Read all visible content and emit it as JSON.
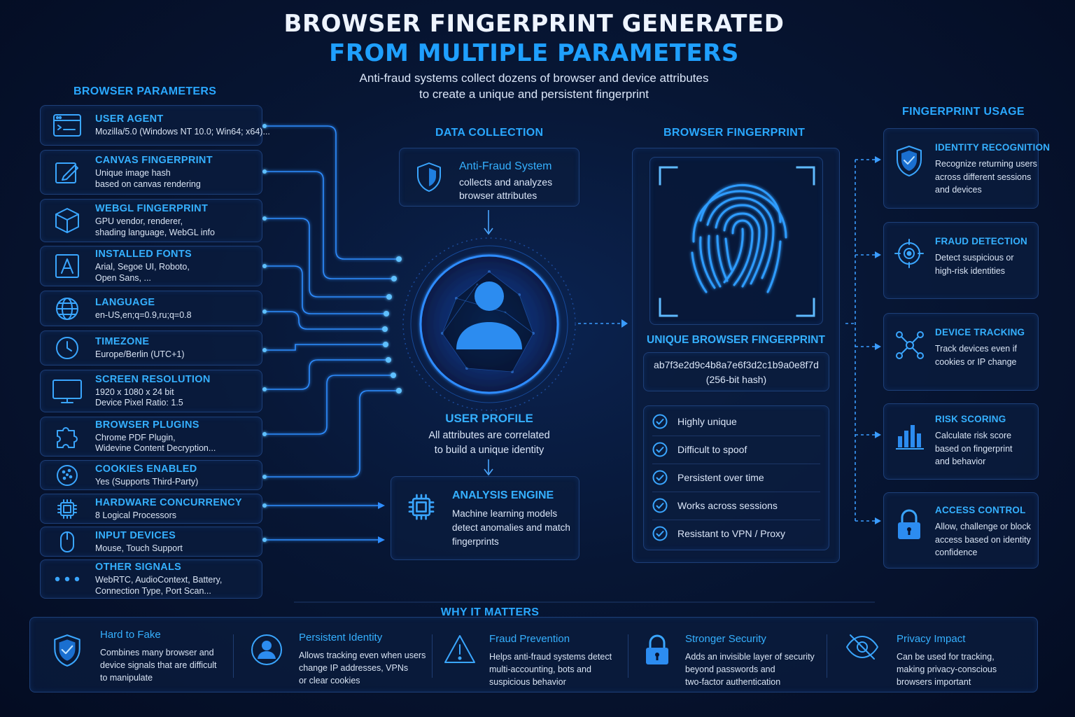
{
  "header": {
    "title_line1": "BROWSER FINGERPRINT GENERATED",
    "title_line2": "FROM MULTIPLE PARAMETERS",
    "subtitle_line1": "Anti-fraud systems collect dozens of browser and device attributes",
    "subtitle_line2": "to create a unique and persistent fingerprint"
  },
  "sections": {
    "browser_parameters": "BROWSER PARAMETERS",
    "data_collection": "DATA COLLECTION",
    "browser_fingerprint": "BROWSER FINGERPRINT",
    "fingerprint_usage": "FINGERPRINT USAGE",
    "why_it_matters": "WHY IT MATTERS"
  },
  "parameters": [
    {
      "title": "USER AGENT",
      "lines": [
        "Mozilla/5.0 (Windows NT 10.0; Win64; x64)..."
      ],
      "icon": "browser-window-icon"
    },
    {
      "title": "CANVAS FINGERPRINT",
      "lines": [
        "Unique image hash",
        "based on canvas rendering"
      ],
      "icon": "pencil-icon"
    },
    {
      "title": "WEBGL FINGERPRINT",
      "lines": [
        "GPU vendor, renderer,",
        "shading language, WebGL info"
      ],
      "icon": "cube-icon"
    },
    {
      "title": "INSTALLED FONTS",
      "lines": [
        "Arial, Segoe UI, Roboto,",
        "Open Sans, ..."
      ],
      "icon": "font-icon"
    },
    {
      "title": "LANGUAGE",
      "lines": [
        "en-US,en;q=0.9,ru;q=0.8"
      ],
      "icon": "globe-icon"
    },
    {
      "title": "TIMEZONE",
      "lines": [
        "Europe/Berlin (UTC+1)"
      ],
      "icon": "clock-icon"
    },
    {
      "title": "SCREEN RESOLUTION",
      "lines": [
        "1920 x 1080 x 24 bit",
        "Device Pixel Ratio: 1.5"
      ],
      "icon": "monitor-icon"
    },
    {
      "title": "BROWSER PLUGINS",
      "lines": [
        "Chrome PDF Plugin,",
        "Widevine Content Decryption..."
      ],
      "icon": "puzzle-icon"
    },
    {
      "title": "COOKIES ENABLED",
      "lines": [
        "Yes (Supports Third-Party)"
      ],
      "icon": "cookie-icon"
    },
    {
      "title": "HARDWARE CONCURRENCY",
      "lines": [
        "8 Logical Processors"
      ],
      "icon": "chip-icon"
    },
    {
      "title": "INPUT DEVICES",
      "lines": [
        "Mouse, Touch Support"
      ],
      "icon": "mouse-icon"
    },
    {
      "title": "OTHER SIGNALS",
      "lines": [
        "WebRTC, AudioContext, Battery,",
        "Connection Type, Port Scan..."
      ],
      "icon": "dots-icon"
    }
  ],
  "anti_fraud": {
    "title": "Anti-Fraud System",
    "line1": "collects and analyzes",
    "line2": "browser attributes"
  },
  "user_profile": {
    "title": "USER PROFILE",
    "line1": "All attributes are correlated",
    "line2": "to build a unique identity"
  },
  "analysis_engine": {
    "title": "ANALYSIS ENGINE",
    "line1": "Machine learning models",
    "line2": "detect anomalies and match",
    "line3": "fingerprints"
  },
  "fingerprint": {
    "unique_label": "UNIQUE BROWSER FINGERPRINT",
    "hash": "ab7f3e2d9c4b8a7e6f3d2c1b9a0e8f7d",
    "hash_note": "(256-bit hash)",
    "properties": [
      "Highly unique",
      "Difficult to spoof",
      "Persistent over time",
      "Works across sessions",
      "Resistant to VPN / Proxy"
    ]
  },
  "usage": [
    {
      "title": "IDENTITY RECOGNITION",
      "lines": [
        "Recognize returning users",
        "across different sessions",
        "and devices"
      ],
      "icon": "shield-check-icon"
    },
    {
      "title": "FRAUD DETECTION",
      "lines": [
        "Detect suspicious or",
        "high-risk identities"
      ],
      "icon": "target-icon"
    },
    {
      "title": "DEVICE TRACKING",
      "lines": [
        "Track devices even if",
        "cookies or IP change"
      ],
      "icon": "network-nodes-icon"
    },
    {
      "title": "RISK SCORING",
      "lines": [
        "Calculate risk score",
        "based on fingerprint",
        "and behavior"
      ],
      "icon": "bar-chart-icon"
    },
    {
      "title": "ACCESS CONTROL",
      "lines": [
        "Allow, challenge or block",
        "access based on identity",
        "confidence"
      ],
      "icon": "padlock-icon"
    }
  ],
  "why": [
    {
      "title": "Hard to Fake",
      "lines": [
        "Combines many browser and",
        "device signals that are difficult",
        "to manipulate"
      ],
      "icon": "shield-check-icon"
    },
    {
      "title": "Persistent Identity",
      "lines": [
        "Allows tracking even when users",
        "change IP addresses, VPNs",
        "or clear cookies"
      ],
      "icon": "user-circle-icon"
    },
    {
      "title": "Fraud Prevention",
      "lines": [
        "Helps anti-fraud systems detect",
        "multi-accounting, bots and",
        "suspicious behavior"
      ],
      "icon": "warning-icon"
    },
    {
      "title": "Stronger Security",
      "lines": [
        "Adds an invisible layer of security",
        "beyond passwords and",
        "two-factor authentication"
      ],
      "icon": "padlock-icon"
    },
    {
      "title": "Privacy Impact",
      "lines": [
        "Can be used for tracking,",
        "making privacy-conscious",
        "browsers important"
      ],
      "icon": "eye-off-icon"
    }
  ],
  "colors": {
    "accent": "#2aa8ff",
    "background": "#061331",
    "card_border": "#1d3f78"
  }
}
